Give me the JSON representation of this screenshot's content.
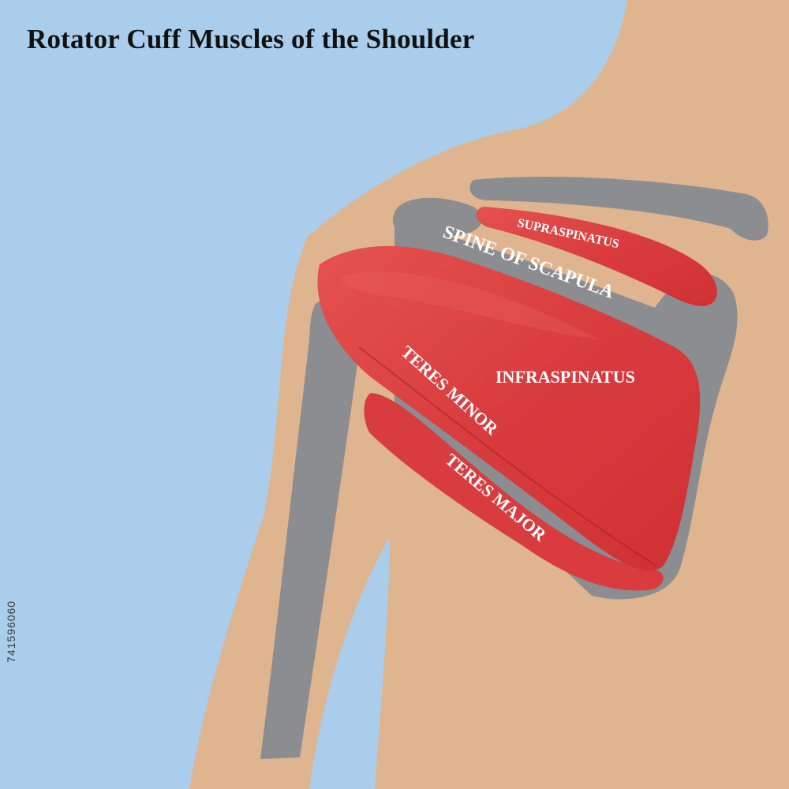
{
  "title": "Rotator Cuff Muscles of the Shoulder",
  "labels": {
    "supraspinatus": "SUPRASPINATUS",
    "spine_of_scapula": "SPINE OF SCAPULA",
    "infraspinatus": "INFRASPINATUS",
    "teres_minor": "TERES MINOR",
    "teres_major": "TERES MAJOR"
  },
  "stock_id": "741596060",
  "colors": {
    "background": "#a9cdeb",
    "skin": "#deb58e",
    "bone": "#8c8d90",
    "muscle": "#d83a3d",
    "muscle_highlight": "#e8605c",
    "label_text": "#ffffff",
    "title_text": "#111111"
  }
}
